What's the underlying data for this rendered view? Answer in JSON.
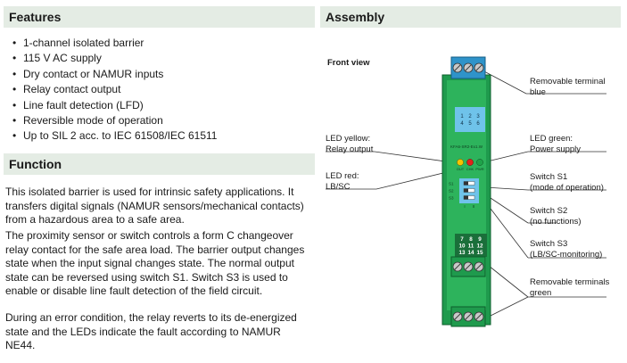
{
  "features": {
    "heading": "Features",
    "items": [
      "1-channel isolated barrier",
      "115 V AC supply",
      "Dry contact or NAMUR inputs",
      "Relay contact output",
      "Line fault detection (LFD)",
      "Reversible mode of operation",
      "Up to SIL 2 acc. to IEC 61508/IEC 61511"
    ]
  },
  "function": {
    "heading": "Function",
    "paragraphs": [
      "This isolated barrier is used for intrinsic safety applications. It transfers digital signals (NAMUR sensors/mechanical contacts) from a hazardous area to a safe area.",
      "The proximity sensor or switch controls a form C changeover relay contact for the safe area load. The barrier output changes state when the input signal changes state. The normal output state can be reversed using switch S1. Switch S3 is used to enable or disable line fault detection of the field circuit.",
      "During an error condition, the relay reverts to its de-energized state and the LEDs indicate the fault according to NAMUR NE44."
    ]
  },
  "assembly": {
    "heading": "Assembly",
    "front_view": "Front view",
    "labels": {
      "terminal_blue": "Removable terminal\nblue",
      "led_yellow": "LED yellow:\nRelay output",
      "led_green": "LED green:\nPower supply",
      "led_red": "LED red:\nLB/SC",
      "switch_s1": "Switch S1\n(mode of operation)",
      "switch_s2": "Switch S2\n(no functions)",
      "switch_s3": "Switch S3\n(LB/SC-monitoring)",
      "terminals_green": "Removable terminals\ngreen"
    },
    "device": {
      "top_terminal_numbers": [
        "1",
        "2",
        "3",
        "4",
        "5",
        "6"
      ],
      "bottom_terminal_numbers": [
        "7",
        "8",
        "9",
        "10",
        "11",
        "12",
        "13",
        "14",
        "15"
      ],
      "model": "KFA6-SR2-Ex1.W",
      "led_labels": [
        "OUT",
        "CHK",
        "PWR"
      ],
      "switch_labels": [
        "S1",
        "S2",
        "S3"
      ],
      "switch_positions": [
        "I",
        "II"
      ]
    },
    "colors": {
      "terminal_blue": "#2f93c9",
      "housing_green": "#1f9a4d",
      "led_yellow": "#f5c400",
      "led_red": "#e3221b",
      "led_green": "#1fa34a"
    }
  }
}
